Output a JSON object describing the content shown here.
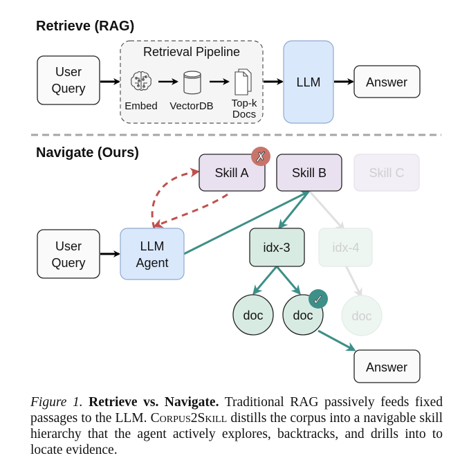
{
  "retrieve_section": {
    "title": "Retrieve (RAG)",
    "user_query": [
      "User",
      "Query"
    ],
    "pipeline_label": "Retrieval Pipeline",
    "embed_label": "Embed",
    "vectordb_label": "VectorDB",
    "topk_label": [
      "Top-k",
      "Docs"
    ],
    "llm_label": "LLM",
    "answer_label": "Answer",
    "icons": [
      "brain-icon",
      "database-icon",
      "documents-icon"
    ]
  },
  "navigate_section": {
    "title": "Navigate (Ours)",
    "user_query": [
      "User",
      "Query"
    ],
    "agent_label": [
      "LLM",
      "Agent"
    ],
    "skills": [
      {
        "label": "Skill A",
        "state": "rejected"
      },
      {
        "label": "Skill B",
        "state": "active"
      },
      {
        "label": "Skill C",
        "state": "faded"
      }
    ],
    "indexes": [
      {
        "label": "idx-3",
        "state": "active"
      },
      {
        "label": "idx-4",
        "state": "faded"
      }
    ],
    "docs": [
      {
        "label": "doc",
        "state": "active"
      },
      {
        "label": "doc",
        "state": "selected"
      },
      {
        "label": "doc",
        "state": "faded"
      }
    ],
    "answer_label": "Answer",
    "badges": {
      "reject": "✗",
      "accept": "✓"
    }
  },
  "colors": {
    "llm_fill": "#dae8fc",
    "llm_stroke": "#8fa9cf",
    "skill_fill": "#e9e1f0",
    "index_fill": "#d8ebe2",
    "teal": "#3d8f87",
    "red_dashed": "#c0504d",
    "reject_badge": "#c9746a",
    "accept_badge": "#3d8f87",
    "pipeline_fill": "#f5f5f5",
    "divider": "#a6a6a6"
  },
  "caption": {
    "figure_label": "Figure 1.",
    "bold_title": "Retrieve vs. Navigate.",
    "text_1": "Traditional RAG passively feeds fixed passages to the LLM.",
    "system_name": "Corpus2Skill",
    "text_2": "distills the corpus into a navigable skill hierarchy that the agent actively explores, backtracks, and drills into to locate evidence."
  }
}
